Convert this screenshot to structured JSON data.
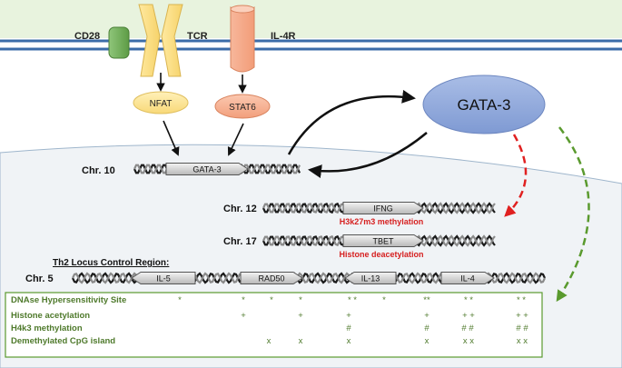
{
  "membrane": {
    "receptors": {
      "cd28": "CD28",
      "tcr": "TCR",
      "il4r": "IL-4R"
    }
  },
  "signals": {
    "nfat": "NFAT",
    "stat6": "STAT6",
    "gata3_protein": "GATA-3"
  },
  "chromosomes": {
    "chr10": {
      "label": "Chr. 10",
      "gene": "GATA-3"
    },
    "chr12": {
      "label": "Chr. 12",
      "gene": "IFNG",
      "note": "H3k27m3 methylation"
    },
    "chr17": {
      "label": "Chr. 17",
      "gene": "TBET",
      "note": "Histone deacetylation"
    },
    "chr5": {
      "label": "Chr. 5",
      "region_title": "Th2 Locus Control Region:",
      "genes": [
        "IL-5",
        "RAD50",
        "IL-13",
        "IL-4"
      ]
    }
  },
  "table": {
    "rows": [
      {
        "label": "DNAse Hypersensitivity Site",
        "marks": [
          "*",
          "*",
          "*",
          "*",
          "* *",
          "*",
          "**",
          "* *",
          "* *"
        ]
      },
      {
        "label": "Histone acetylation",
        "marks": [
          "+",
          "+",
          "+",
          "+",
          "+ +",
          "+ +"
        ]
      },
      {
        "label": "H4k3 methylation",
        "marks": [
          "#",
          "#",
          "# #",
          "# #"
        ]
      },
      {
        "label": "Demethylated CpG island",
        "marks": [
          "x",
          "x",
          "x",
          "x",
          "x x",
          "x x"
        ]
      }
    ]
  },
  "colors": {
    "cytoplasm": "#e8f3de",
    "membrane": "#3b6ca8",
    "nucleus_bg": "#f0f3f6",
    "gata3_oval": "#8fa8dc",
    "nfat_oval": "#fde69c",
    "stat6_oval": "#f6b79c",
    "red_arrow": "#e02020",
    "green_arrow": "#5a9a2e",
    "table_text": "#4f7a2c",
    "note_red": "#d62020"
  }
}
